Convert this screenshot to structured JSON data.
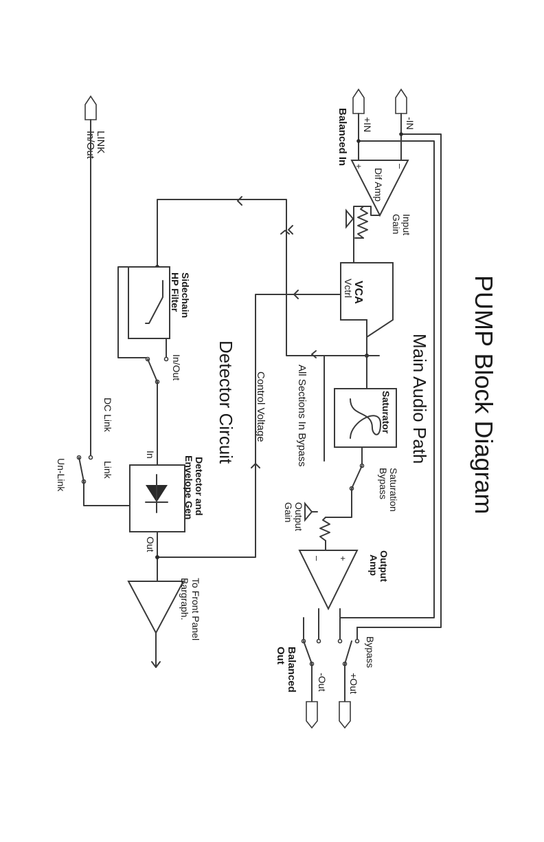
{
  "title": "PUMP Block Diagram",
  "main_path": "Main Audio Path",
  "detector_circuit": "Detector Circuit",
  "control_voltage": "Control Voltage",
  "all_sections_bypass": "All Sections In Bypass",
  "balanced_in": "Balanced In",
  "plus_in": "+IN",
  "minus_in": "-IN",
  "dif_amp": "Dif Amp",
  "plus_sign": "+",
  "minus_sign": "–",
  "input_gain": [
    "Input",
    "Gain"
  ],
  "vca": "VCA",
  "vctrl": "Vctrl",
  "saturator": "Saturator",
  "saturation_bypass": [
    "Saturation",
    "Bypass"
  ],
  "output_gain": [
    "Output",
    "Gain"
  ],
  "output_amp": [
    "Output",
    "Amp"
  ],
  "out_plus_sign": "+",
  "out_minus_sign": "–",
  "bypass": "Bypass",
  "plus_out": "+Out",
  "minus_out": "-Out",
  "balanced_out": [
    "Balanced",
    "Out"
  ],
  "link_top": [
    "LINK",
    "In/Out"
  ],
  "sidechain": [
    "Sidechain",
    "HP Filter"
  ],
  "sc_inout": "In/Out",
  "dc_link": "DC Link",
  "link": "Link",
  "unlink": "Un-Link",
  "in_label": "In",
  "out_label": "Out",
  "detector": [
    "Detector and",
    "Envelope Gen"
  ],
  "front_panel": [
    "To Front Panel",
    "Bargraph."
  ]
}
